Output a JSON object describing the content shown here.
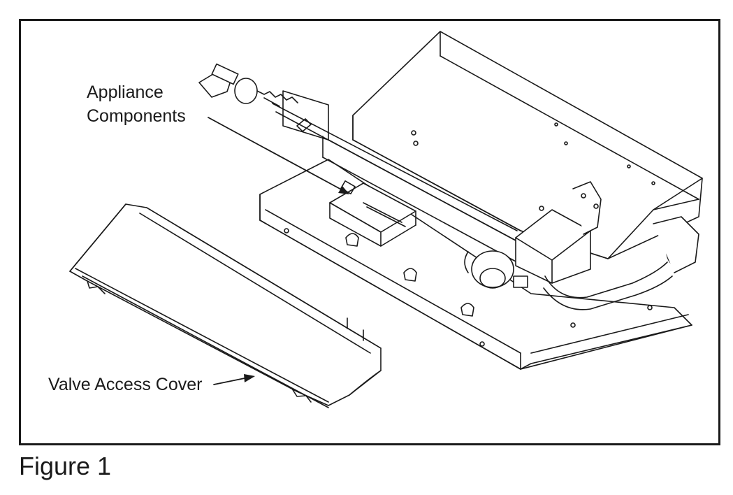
{
  "figure": {
    "caption": "Figure 1",
    "callouts": {
      "appliance_components": [
        "Appliance",
        "Components"
      ],
      "valve_access_cover": "Valve Access Cover"
    }
  },
  "colors": {
    "ink": "#1a1a1a",
    "paper": "#ffffff"
  }
}
